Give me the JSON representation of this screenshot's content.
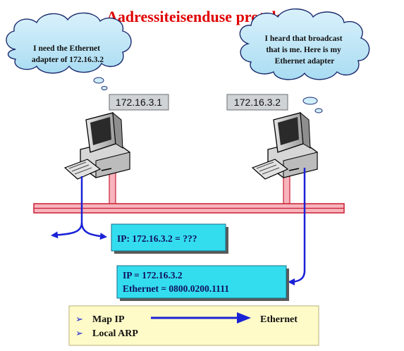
{
  "title": "Aadressiteisenduse protokoll",
  "colors": {
    "title": "#e00000",
    "cloud": "#b9e4f7",
    "ip_tag": "#cfd3d6",
    "network_bar": "#f7b4bd",
    "network_outline": "#c81e32",
    "cable": "#1a22d6",
    "message_box": "#33ddee",
    "legend_box": "#fffbc8",
    "arrow": "#1a22d6"
  },
  "host_a": {
    "ip": "172.16.3.1",
    "bubble": "I need the Ethernet adapter of 172.16.3.2",
    "icon": "desktop-computer-icon"
  },
  "host_b": {
    "ip": "172.16.3.2",
    "bubble": "I heard that broadcast that is me. Here is my Ethernet adapter",
    "icon": "desktop-computer-icon"
  },
  "request": {
    "text": "IP: 172.16.3.2 = ???"
  },
  "reply": {
    "line1": "IP = 172.16.3.2",
    "line2": "Ethernet = 0800.0200.1111"
  },
  "legend": {
    "map_label": "Map IP",
    "map_target": "Ethernet",
    "local_label": "Local ARP",
    "bullet_icon": "arrowhead-bullet-icon"
  }
}
